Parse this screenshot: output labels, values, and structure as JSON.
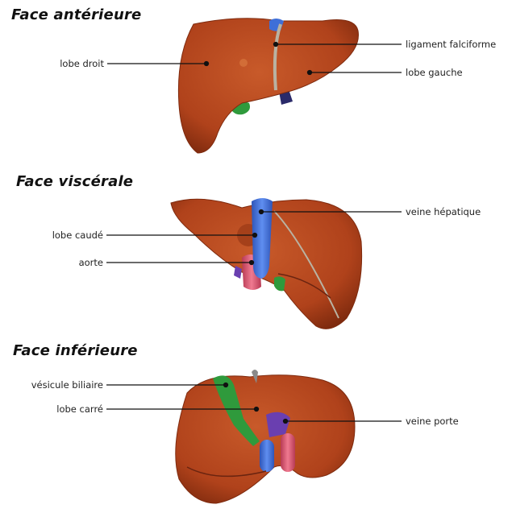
{
  "sections": [
    {
      "title": "Face antérieure",
      "labels": {
        "lobe_droit": "lobe droit",
        "ligament_falciforme": "ligament falciforme",
        "lobe_gauche": "lobe gauche"
      }
    },
    {
      "title": "Face viscérale",
      "labels": {
        "veine_hepatique": "veine hépatique",
        "lobe_caude": "lobe caudé",
        "aorte": "aorte"
      }
    },
    {
      "title": "Face inférieure",
      "labels": {
        "vesicule_biliaire": "vésicule biliaire",
        "lobe_carre": "lobe carré",
        "veine_porte": "veine porte"
      }
    }
  ],
  "colors": {
    "liver": "#b5461e",
    "liver_dark": "#7e2a0e",
    "hepatic_vein": "#3f6fd8",
    "aorta": "#d8506a",
    "gallbladder": "#2f9a3c",
    "portal_vein": "#6a3fb0",
    "ligament": "#b9b2a2"
  }
}
